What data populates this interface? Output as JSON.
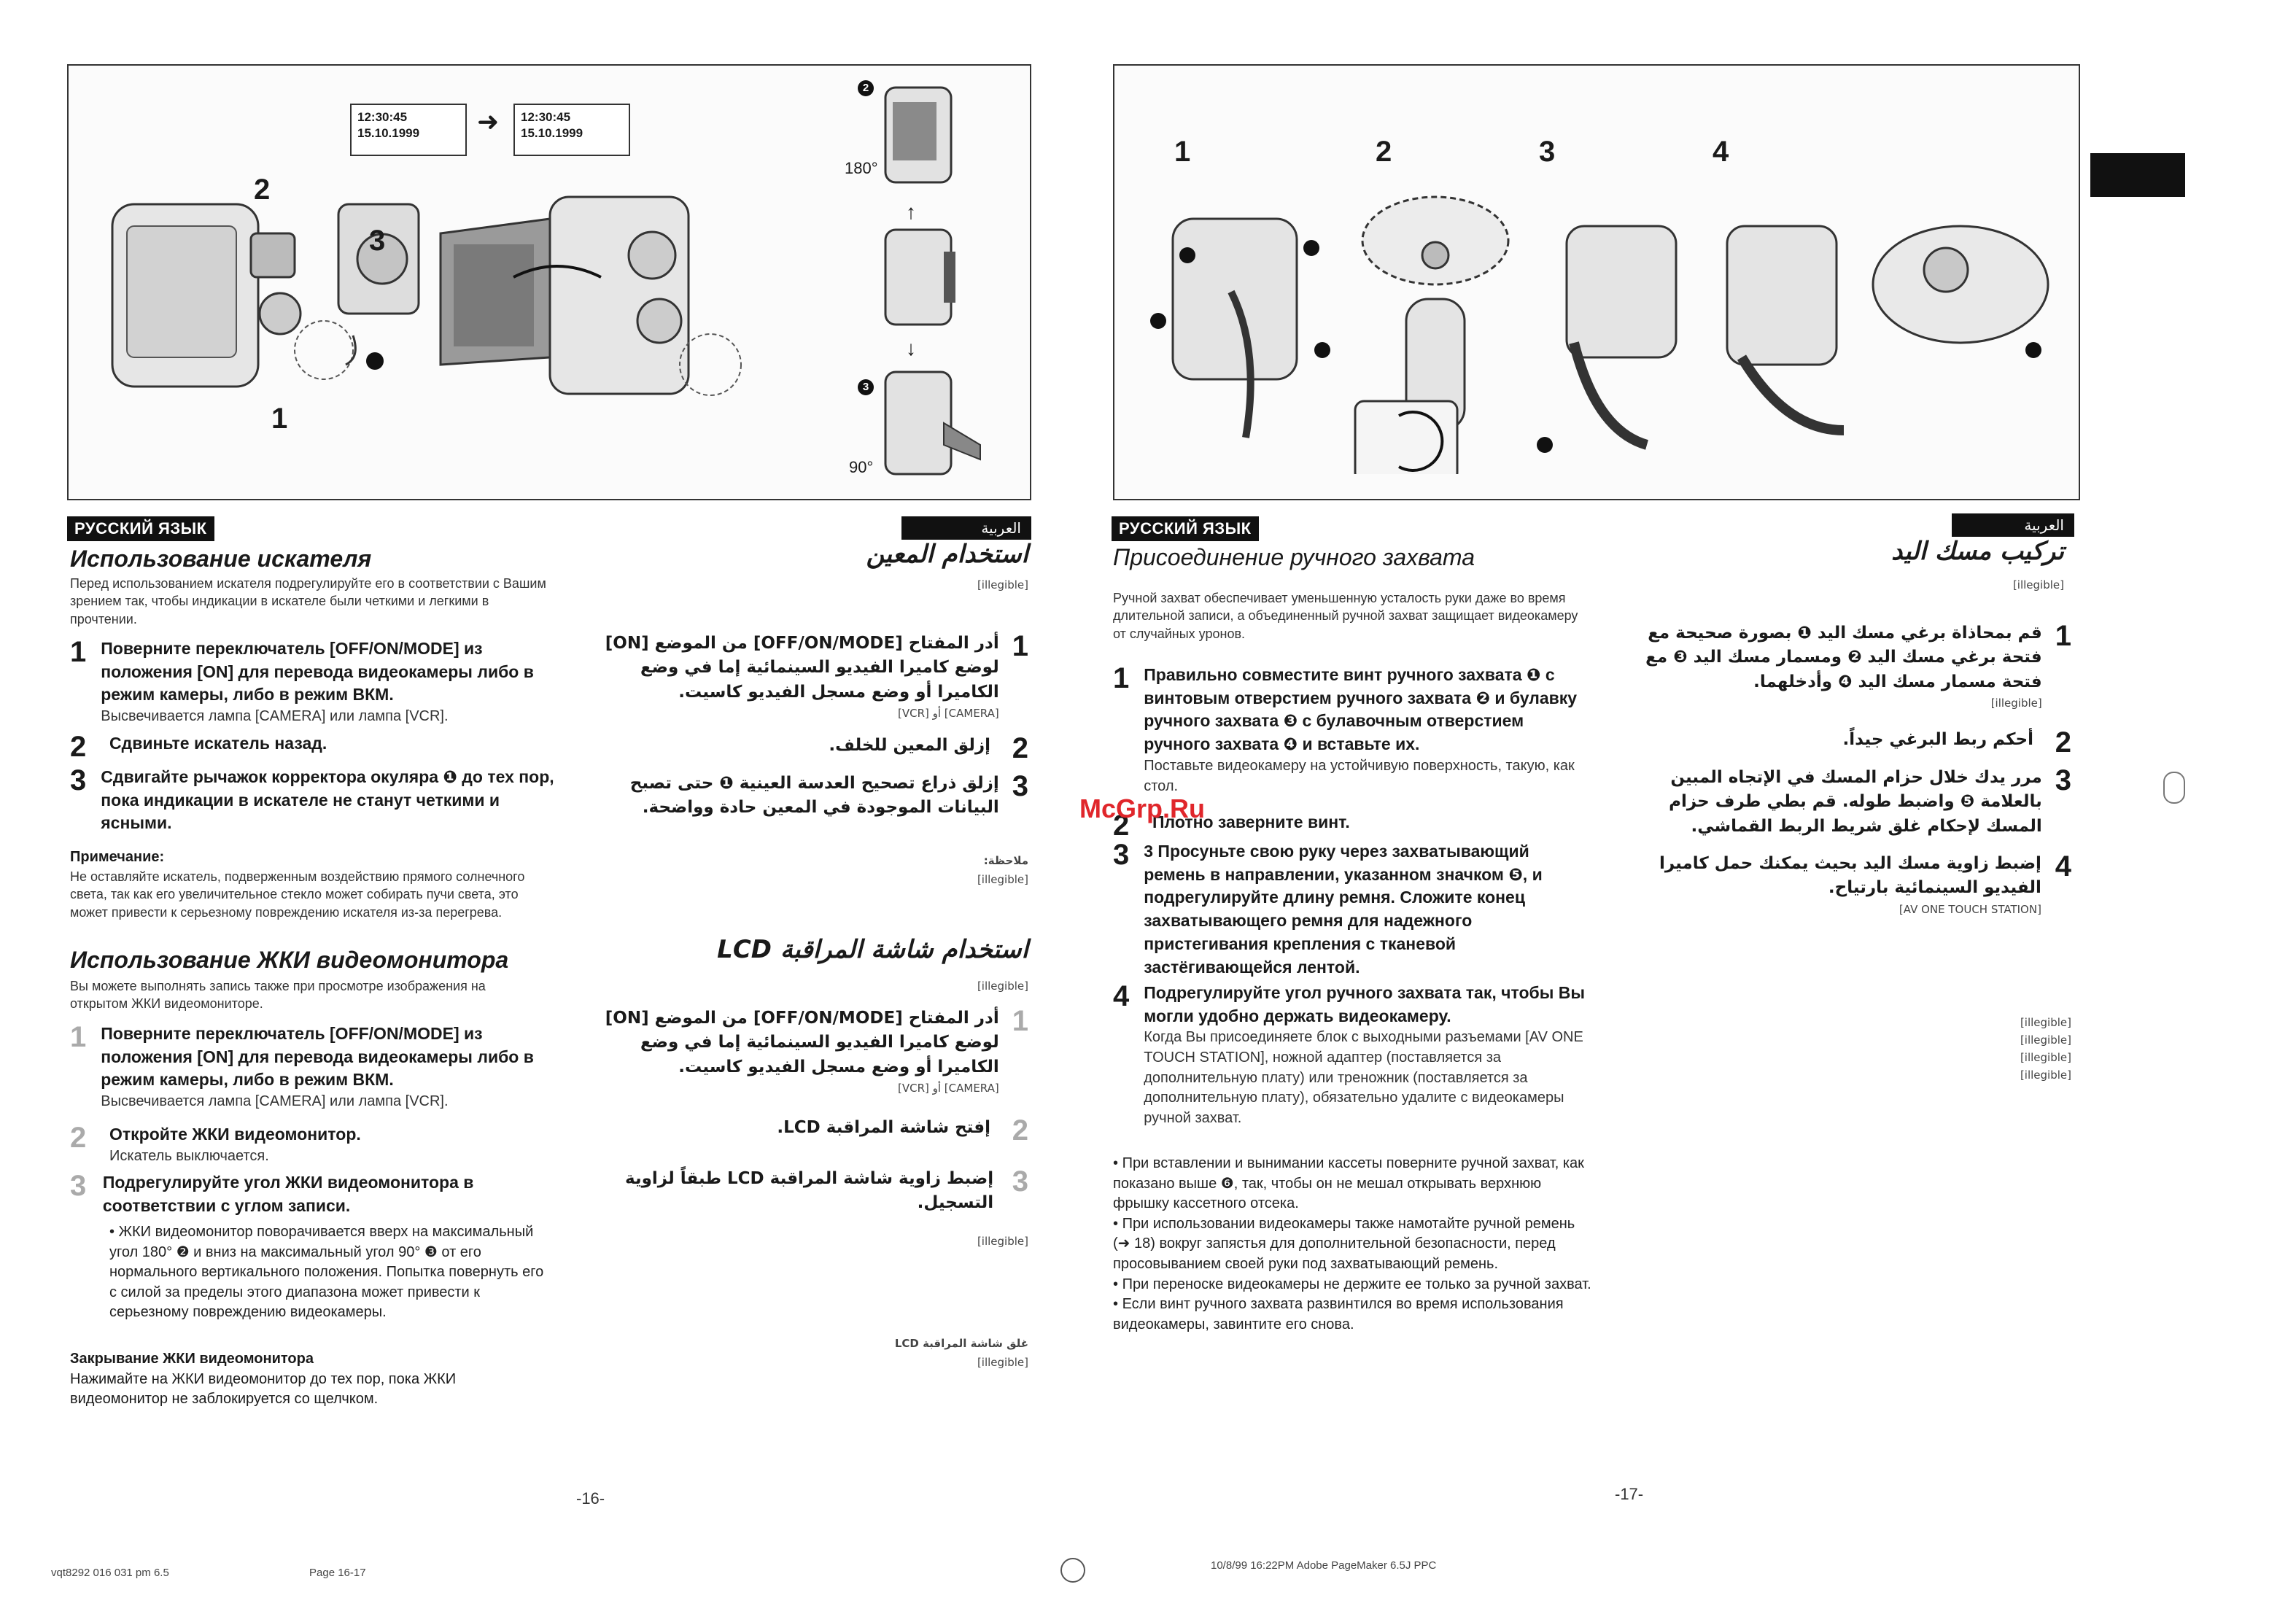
{
  "left_page": {
    "figure": {
      "time_box_1": [
        "12:30:45",
        "15.10.1999"
      ],
      "time_box_2": [
        "12:30:45",
        "15.10.1999"
      ],
      "angle_top": "180°",
      "angle_bottom": "90°",
      "step_labels": [
        "2",
        "3",
        "1"
      ]
    },
    "ru_tag": "РУССКИЙ ЯЗЫК",
    "ar_tag": "العربية",
    "section1": {
      "title": "Использование искателя",
      "title_ar": "استخدام المعين",
      "intro": "Перед использованием искателя подрегулируйте его в соответствии с Вашим зрением так, чтобы индикации в искателе были четкими и легкими в прочтении.",
      "steps": [
        {
          "num": "1",
          "text": "Поверните переключатель [OFF/ON/MODE] из положения [ON] для перевода видеокамеры либо в режим камеры, либо в режим ВКМ.",
          "sub": "Высвечивается лампа [CAMERA] или лампа [VCR]."
        },
        {
          "num": "2",
          "text": "Сдвиньте искатель назад.",
          "sub": ""
        },
        {
          "num": "3",
          "text": "Сдвигайте рычажок корректора окуляра ❶ до тех пор, пока индикации в искателе не станут четкими и ясными.",
          "sub": ""
        }
      ],
      "note_title": "Примечание:",
      "note_text": "Не оставляйте искатель, подверженным воздействию прямого солнечного света, так как его увеличительное стекло может собирать пучи света, это может привести к серьезному повреждению искателя из-за перегрева."
    },
    "section2": {
      "title": "Использование ЖКИ видеомонитора",
      "title_ar": "استخدام شاشة المراقبة LCD",
      "intro": "Вы можете выполнять запись также при просмотре изображения на открытом ЖКИ видеомониторе.",
      "steps": [
        {
          "num": "1",
          "text": "Поверните переключатель [OFF/ON/MODE] из положения [ON] для перевода видеокамеры либо в режим камеры, либо в режим ВКМ.",
          "sub": "Высвечивается лампа [CAMERA] или лампа [VCR]."
        },
        {
          "num": "2",
          "text": "Откройте ЖКИ видеомонитор.",
          "sub": "Искатель выключается."
        },
        {
          "num": "3",
          "text": "Подрегулируйте угол ЖКИ видеомонитора в соответствии с углом записи.",
          "sub": ""
        }
      ],
      "bullet": "ЖКИ видеомонитор поворачивается вверх на максимальный угол 180° ❷ и вниз на максимальный угол 90° ❸ от его нормального вертикального положения. Попытка повернуть его с силой за пределы этого диапазона может привести к серьезному повреждению видеокамеры.",
      "closing_title": "Закрывание ЖКИ видеомонитора",
      "closing_text": "Нажимайте на ЖКИ видеомонитор до тех пор, пока ЖКИ видеомонитор не заблокируется со щелчком."
    },
    "ar_section1": {
      "intro": "[illegible]",
      "steps": [
        {
          "num": "1",
          "text": "أدر المفتاح [OFF/ON/MODE] من الموضع [ON] لوضع كاميرا الفيديو السينمائية إما في وضع الكاميرا أو وضع مسجل الفيديو كاسيت.",
          "sub": "[CAMERA] أو [VCR]"
        },
        {
          "num": "2",
          "text": "إزلق المعين للخلف.",
          "sub": ""
        },
        {
          "num": "3",
          "text": "إزلق ذراع تصحيح العدسة العينية ❶ حتى تصبح البيانات الموجودة في المعين حادة وواضحة.",
          "sub": ""
        }
      ],
      "note_title": "ملاحظة:",
      "note_text": "[illegible]"
    },
    "ar_section2": {
      "intro": "[illegible]",
      "steps": [
        {
          "num": "1",
          "text": "أدر المفتاح [OFF/ON/MODE] من الموضع [ON] لوضع كاميرا الفيديو السينمائية إما في وضع الكاميرا أو وضع مسجل الفيديو كاسيت.",
          "sub": "[CAMERA] أو [VCR]"
        },
        {
          "num": "2",
          "text": "إفتح شاشة المراقبة LCD.",
          "sub": ""
        },
        {
          "num": "3",
          "text": "إضبط زاوية شاشة المراقبة LCD طبقاً لزاوية التسجيل.",
          "sub": ""
        }
      ],
      "bullet": "[illegible]",
      "closing_title": "غلق شاشة المراقبة LCD",
      "closing_text": "[illegible]"
    },
    "page_number": "-16-",
    "footer_left": "vqt8292 016 031 pm 6.5",
    "footer_mid": "Page 16-17"
  },
  "right_page": {
    "figure": {
      "step_numbers": [
        "1",
        "2",
        "3",
        "4"
      ]
    },
    "ru_tag": "РУССКИЙ ЯЗЫК",
    "ar_tag": "العربية",
    "title": "Присоединение ручного захвата",
    "title_ar": "تركيب مسك اليد",
    "intro": "Ручной захват обеспечивает уменьшенную усталость руки даже во время длительной записи, а объединенный ручной захват защищает видеокамеру от случайных уронов.",
    "steps": [
      {
        "num": "1",
        "text": "Правильно совместите винт ручного захвата ❶ с винтовым отверстием ручного захвата ❷ и булавку ручного захвата ❸ с булавочным отверстием ручного захвата ❹ и вставьте их.",
        "sub": "Поставьте видеокамеру на устойчивую поверхность, такую, как стол."
      },
      {
        "num": "2",
        "text": "Плотно заверните винт.",
        "sub": ""
      },
      {
        "num": "3",
        "text": "3 Просуньте свою руку через захватывающий ремень в направлении, указанном значком ❺, и подрегулируйте длину ремня. Сложите конец захватывающего ремня для надежного пристегивания крепления с тканевой застёгивающейся лентой.",
        "sub": ""
      },
      {
        "num": "4",
        "text": "Подрегулируйте угол ручного захвата так, чтобы Вы могли удобно держать видеокамеру.",
        "sub": "Когда Вы присоединяете блок с выходными разъемами [AV ONE TOUCH STATION], ножной адаптер (поставляется за дополнительную плату) или треножник (поставляется за дополнительную плату), обязательно удалите с видеокамеры ручной захват."
      }
    ],
    "bullets": [
      "При вставлении и вынимании кассеты поверните ручной захват, как показано выше ❻, так, чтобы он не мешал открывать верхнюю фрышку кассетного отсека.",
      "При использовании видеокамеры также намотайте ручной ремень (➜ 18) вокруг запястья для дополнительной безопасности, перед просовыванием своей руки под захватывающий ремень.",
      "При переноске видеокамеры не держите ее только за ручной захват.",
      "Если винт ручного захвата развинтился во время использования видеокамеры, завинтите его снова."
    ],
    "ar_intro": "[illegible]",
    "ar_steps": [
      {
        "num": "1",
        "text": "قم بمحاذاة برغي مسك اليد ❶ بصورة صحيحة مع فتحة برغي مسك اليد ❷ ومسمار مسك اليد ❸ مع فتحة مسمار مسك اليد ❹ وأدخلهما.",
        "sub": "[illegible]"
      },
      {
        "num": "2",
        "text": "أحكم ربط البرغي جيداً.",
        "sub": ""
      },
      {
        "num": "3",
        "text": "مرر يدك خلال حزام المسك في الإتجاه المبين بالعلامة ❺ واضبط طوله. قم بطي طرف حزام المسك لإحكام غلق شريط الربط القماشي.",
        "sub": ""
      },
      {
        "num": "4",
        "text": "إضبط زاوية مسك اليد بحيث يمكنك حمل كاميرا الفيديو السينمائية بارتياح.",
        "sub": "[AV ONE TOUCH STATION]"
      }
    ],
    "ar_bullets": [
      "[illegible]",
      "[illegible]",
      "[illegible]",
      "[illegible]"
    ],
    "page_number": "-17-",
    "footer": "10/8/99  16:22PM    Adobe PageMaker 6.5J PPC"
  },
  "watermark": "McGrp.Ru"
}
